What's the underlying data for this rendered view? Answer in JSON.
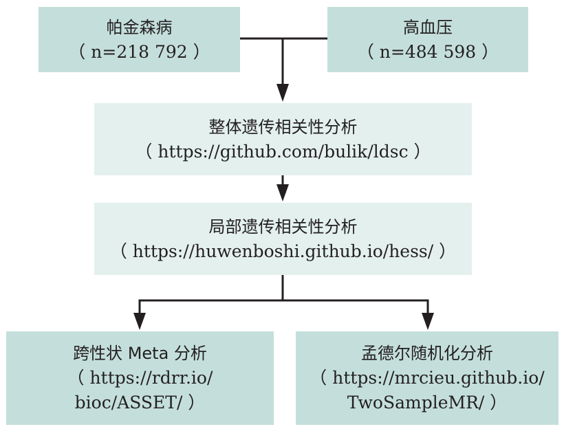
{
  "nodes": {
    "parkinson": {
      "title": "帕金森病",
      "detail": "（ n=218 792 ）"
    },
    "hypertension": {
      "title": "高血压",
      "detail": "（ n=484 598 ）"
    },
    "global_rg": {
      "title": "整体遗传相关性分析",
      "detail": "（ https://github.com/bulik/ldsc ）"
    },
    "local_rg": {
      "title": "局部遗传相关性分析",
      "detail": "（ https://huwenboshi.github.io/hess/ ）"
    },
    "cross_trait": {
      "title": "跨性状 Meta 分析",
      "detail1": "（ https://rdrr.io/",
      "detail2": "bioc/ASSET/ ）"
    },
    "mr": {
      "title": "孟德尔随机化分析",
      "detail1": "（ https://mrcieu.github.io/",
      "detail2": "TwoSampleMR/ ）"
    }
  },
  "colors": {
    "dark_box": "#c4dfdb",
    "light_box": "#e3f0ee",
    "line": "#231f20"
  }
}
